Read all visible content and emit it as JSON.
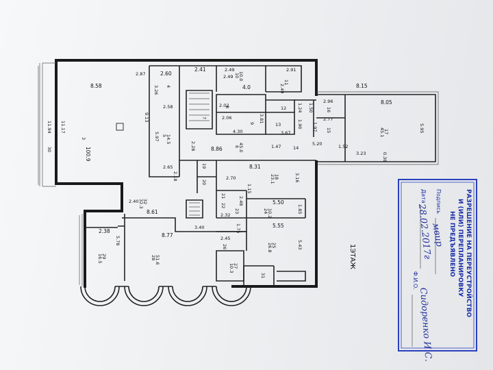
{
  "floor_label": "1ЭТАЖ",
  "stamp": {
    "line1": "РАЗРЕШЕНИЕ НА ПЕРЕУСТРОЙСТВО",
    "line2": "И (ИЛИ) ПЕРЕПЛАНИРОВКУ",
    "line3": "НЕ ПРЕДЪЯВЛЕНО",
    "signature_label": "Подпись",
    "date_label": "Дата",
    "name_label": "Ф.И.О.",
    "signature_value": "мвир",
    "date_value": "28.02.2017г",
    "name_value": "Сидоренко И.С."
  },
  "outer_dims": [
    "11.94",
    "11.17",
    "30"
  ],
  "rooms": [
    {
      "id": "3",
      "area": "100.9",
      "dim": "8.58"
    },
    {
      "id": "4",
      "area": "",
      "dim": "2.60"
    },
    {
      "id": "5",
      "area": "14.5",
      "dim": "5.97"
    },
    {
      "id": "6",
      "area": "45.0",
      "dim": "8.86"
    },
    {
      "id": "7",
      "area": "",
      "dim": "2.28"
    },
    {
      "id": "8",
      "area": "",
      "dim": "2.06"
    },
    {
      "id": "9",
      "area": "",
      "dim": "3.81"
    },
    {
      "id": "10",
      "area": "10.0",
      "dim": "2.49"
    },
    {
      "id": "11",
      "area": "",
      "dim": "2.91"
    },
    {
      "id": "12",
      "area": "",
      "dim": "1.24"
    },
    {
      "id": "13",
      "area": "",
      "dim": "1.90"
    },
    {
      "id": "14",
      "area": "",
      "dim": "1.47"
    },
    {
      "id": "15",
      "area": "",
      "dim": "2.77"
    },
    {
      "id": "16",
      "area": "",
      "dim": "2.96"
    },
    {
      "id": "17",
      "area": "45.1",
      "dim": "8.05"
    },
    {
      "id": "18",
      "area": "23.1",
      "dim": "8.31"
    },
    {
      "id": "19",
      "area": "",
      "dim": ""
    },
    {
      "id": "20",
      "area": "",
      "dim": ""
    },
    {
      "id": "21",
      "area": "",
      "dim": ""
    },
    {
      "id": "22",
      "area": "",
      "dim": ""
    },
    {
      "id": "23",
      "area": "",
      "dim": "2.32"
    },
    {
      "id": "24",
      "area": "10.2",
      "dim": "5.50"
    },
    {
      "id": "25",
      "area": "26.8",
      "dim": "5.55"
    },
    {
      "id": "26",
      "area": "",
      "dim": "2.45"
    },
    {
      "id": "27",
      "area": "10.3",
      "dim": ""
    },
    {
      "id": "28",
      "area": "51.6",
      "dim": "8.77"
    },
    {
      "id": "29",
      "area": "16.5",
      "dim": "2.38"
    },
    {
      "id": "31",
      "area": "",
      "dim": ""
    },
    {
      "id": "32",
      "area": "32.3",
      "dim": "8.61"
    }
  ],
  "dims": {
    "top_a": "2.87",
    "top_b": "2.41",
    "top_c": "2.49",
    "top_d": "4.0",
    "top_e": "2.49",
    "d_326": "3.26",
    "d_913": "9.13",
    "d_258": "2.58",
    "d_265": "2.65",
    "d_218": "2.18",
    "d_202": "2.02",
    "d_430": "4.30",
    "d_367": "3.67",
    "d_197": "1.97",
    "d_520": "5.20",
    "d_815": "8.15",
    "d_595": "5.95",
    "d_323": "3.23",
    "d_038": "0.38",
    "d_152": "1.52",
    "d_316": "3.16",
    "d_270": "2.70",
    "d_248": "2.48",
    "d_185": "1.85",
    "d_543": "5.43",
    "d_340": "3.40",
    "d_578": "5.78",
    "d_240": "2.40",
    "d_175": "1.75",
    "d_115": "1.15",
    "d_150": "1.50"
  }
}
